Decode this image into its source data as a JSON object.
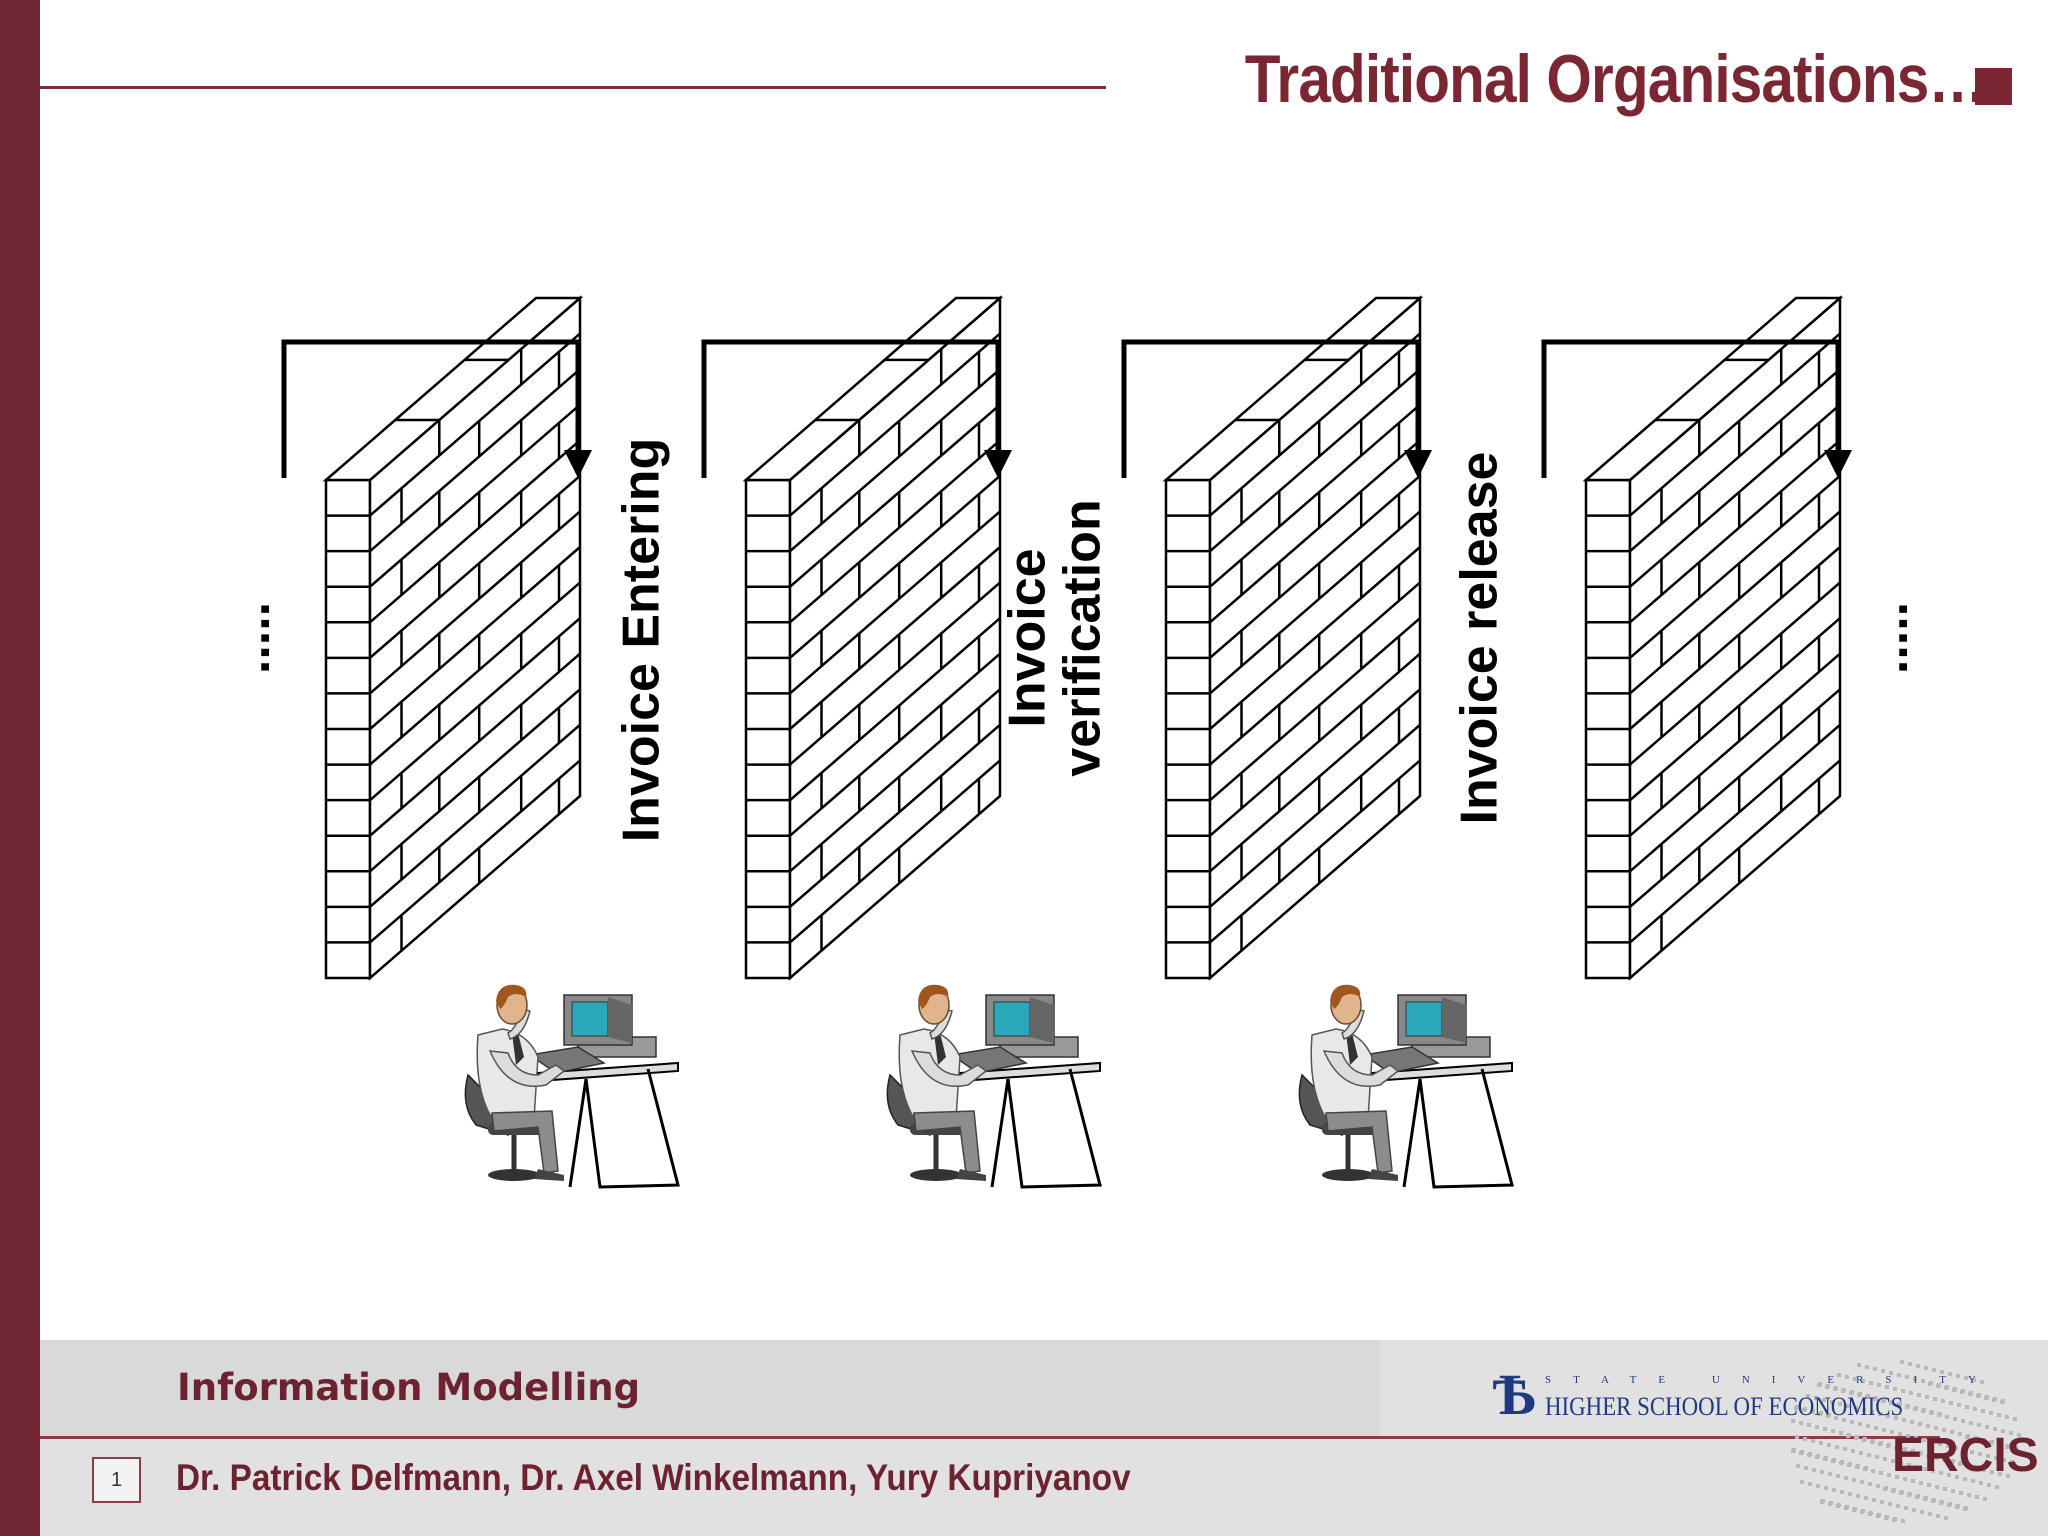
{
  "slide": {
    "title": "Traditional Organisations…",
    "accent_color": "#7a2733"
  },
  "diagram": {
    "process_labels": [
      {
        "lines": [
          "Invoice Entering"
        ]
      },
      {
        "lines": [
          "Invoice",
          "verification"
        ]
      },
      {
        "lines": [
          "Invoice release"
        ]
      }
    ],
    "ellipsis_left": ".....",
    "ellipsis_right": ".....",
    "wall_icon": "brick-wall-icon",
    "worker_icon": "office-worker-at-computer-icon",
    "arrow_icon": "handover-arrow-icon"
  },
  "footer": {
    "course_title": "Information Modelling",
    "page_number": "1",
    "authors": "Dr. Patrick Delfmann, Dr. Axel Winkelmann, Yury Kupriyanov",
    "logo_hse_top": "STATE UNIVERSITY",
    "logo_hse_name": "HIGHER SCHOOL OF ECONOMICS",
    "logo_ercis": "ERCIS"
  }
}
